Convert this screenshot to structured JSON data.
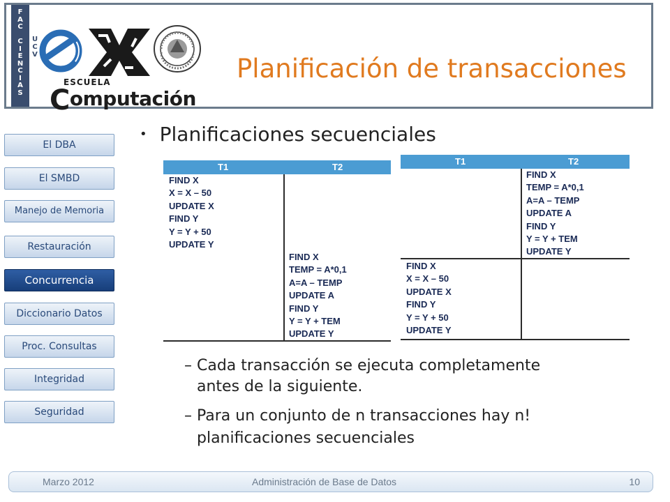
{
  "header": {
    "strip_letters": "FAC CIENCIAS",
    "ucv": "UCV",
    "escuela": "ESCUELA",
    "computacion_c": "C",
    "computacion_rest": "omputación",
    "title": "Planificación de transacciones"
  },
  "nav": {
    "items": [
      {
        "label": "El DBA"
      },
      {
        "label": "El SMBD"
      },
      {
        "label": "Manejo de Memoria"
      },
      {
        "label": "Restauración"
      },
      {
        "label": "Concurrencia",
        "active": true
      },
      {
        "label": "Diccionario Datos"
      },
      {
        "label": "Proc. Consultas"
      },
      {
        "label": "Integridad"
      },
      {
        "label": "Seguridad"
      }
    ]
  },
  "content": {
    "bullet": "Planificaciones secuenciales",
    "sub1_line1": "Cada transacción se ejecuta completamente",
    "sub1_line2": "antes de la siguiente.",
    "sub2_line1": "Para un conjunto de n transacciones hay n!",
    "sub2_line2": "planificaciones secuenciales"
  },
  "table_a": {
    "h1": "T1",
    "h2": "T2",
    "t1_ops": [
      "FIND X",
      "X = X – 50",
      "UPDATE X",
      "FIND Y",
      "Y = Y + 50",
      "UPDATE Y"
    ],
    "t2_ops": [
      "FIND X",
      "TEMP = A*0,1",
      "A=A – TEMP",
      "UPDATE A",
      "FIND Y",
      "Y = Y + TEM",
      "UPDATE Y"
    ]
  },
  "table_b": {
    "h1": "T1",
    "h2": "T2",
    "t2_ops": [
      "FIND X",
      "TEMP = A*0,1",
      "A=A – TEMP",
      "UPDATE A",
      "FIND Y",
      "Y = Y + TEM",
      "UPDATE Y"
    ],
    "t1_ops": [
      "FIND X",
      "X = X – 50",
      "UPDATE X",
      "FIND Y",
      "Y = Y + 50",
      "UPDATE Y"
    ]
  },
  "footer": {
    "date": "Marzo 2012",
    "course": "Administración de Base de Datos",
    "page": "10"
  },
  "colors": {
    "title": "#e07a1f",
    "nav_active": "#1f4a8c",
    "table_header": "#4b9cd3"
  }
}
